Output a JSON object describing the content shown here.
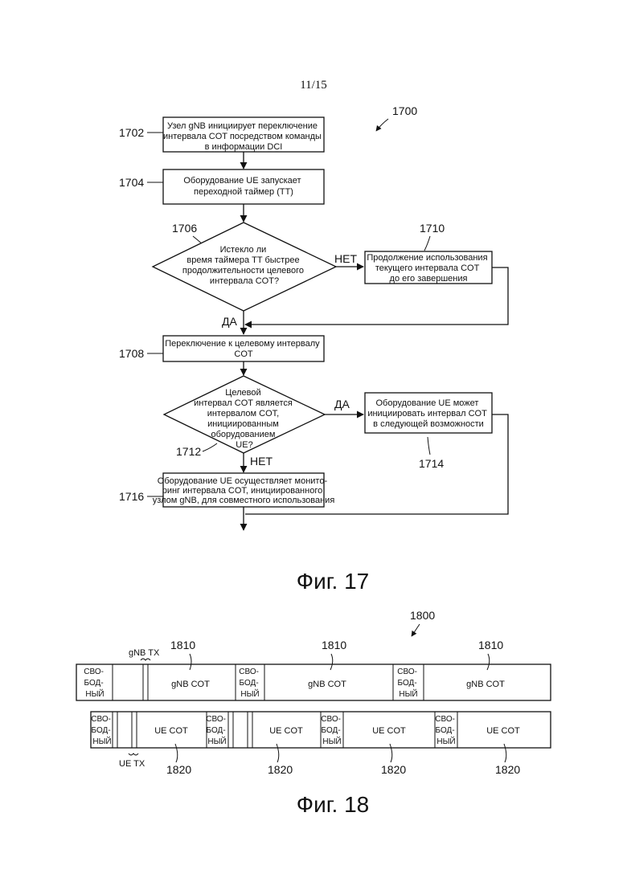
{
  "page_number": "11/15",
  "fig17": {
    "ref_main": "1700",
    "caption": "Фиг. 17",
    "steps": {
      "s1702": {
        "ref": "1702",
        "lines": [
          "Узел gNB инициирует переключение",
          "интервала COT посредством команды",
          "в информации DCI"
        ]
      },
      "s1704": {
        "ref": "1704",
        "lines": [
          "Оборудование UE запускает",
          "переходной таймер (TT)"
        ]
      },
      "s1706": {
        "ref": "1706",
        "lines": [
          "Истекло ли",
          "время таймера TT быстрее",
          "продолжительности целевого",
          "интервала COT?"
        ]
      },
      "s1710": {
        "ref": "1710",
        "lines": [
          "Продолжение использования",
          "текущего интервала COT",
          "до его завершения"
        ]
      },
      "s1708": {
        "ref": "1708",
        "lines": [
          "Переключение к целевому интервалу",
          "COT"
        ]
      },
      "s1712": {
        "ref": "1712",
        "lines": [
          "Целевой",
          "интервал COT является",
          "интервалом COT,",
          "инициированным",
          "оборудованием",
          "UE?"
        ]
      },
      "s1714": {
        "ref": "1714",
        "lines": [
          "Оборудование UE может",
          "инициировать интервал COT",
          "в следующей возможности"
        ]
      },
      "s1716": {
        "ref": "1716",
        "lines": [
          "Оборудование UE осуществляет монито-",
          "ринг интервала COT, инициированного",
          "узлом gNB, для совместного использования"
        ]
      }
    },
    "labels": {
      "no1": "НЕТ",
      "yes1": "ДА",
      "yes2": "ДА",
      "no2": "НЕТ"
    }
  },
  "fig18": {
    "ref_main": "1800",
    "caption": "Фиг. 18",
    "idle_lines": [
      "СВО-",
      "БОД-",
      "НЫЙ"
    ],
    "gnb_tx": "gNB TX",
    "ue_tx": "UE TX",
    "gnb_cot": "gNB COT",
    "ue_cot": "UE COT",
    "ref_1810": "1810",
    "ref_1820": "1820"
  }
}
